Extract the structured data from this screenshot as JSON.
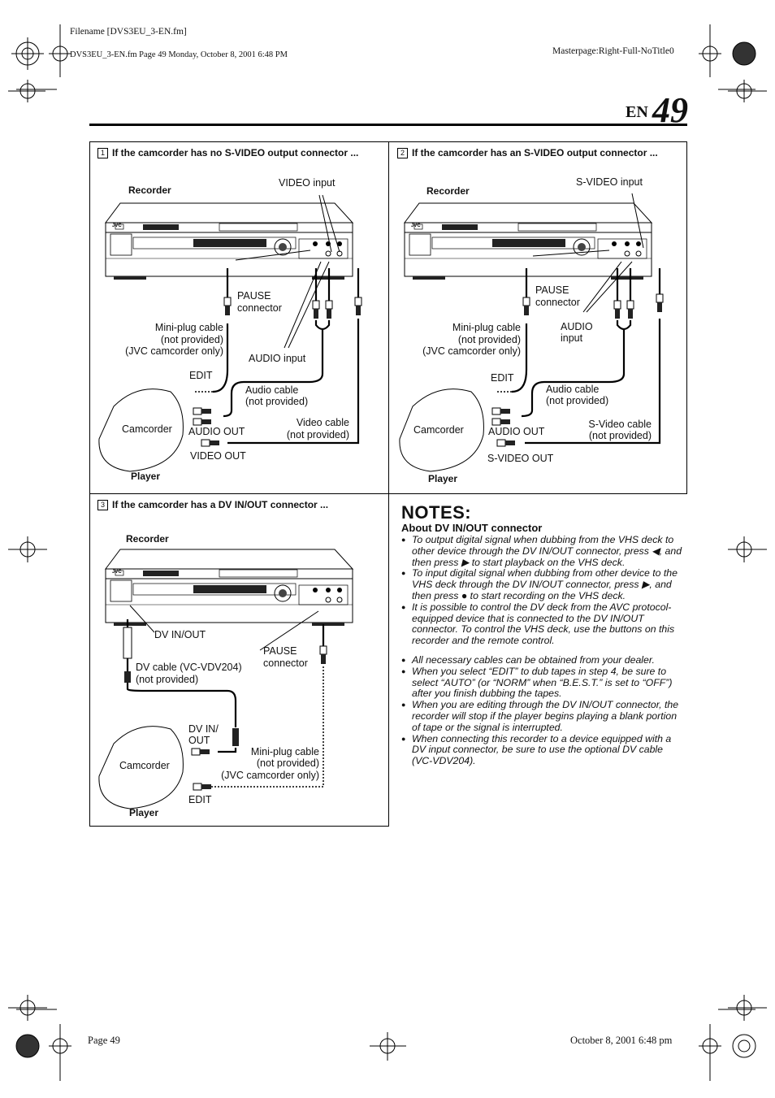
{
  "header": {
    "filename": "Filename [DVS3EU_3-EN.fm]",
    "fileinfo": "DVS3EU_3-EN.fm  Page 49  Monday, October 8, 2001  6:48 PM",
    "masterpage": "Masterpage:Right-Full-NoTitle0",
    "lang": "EN",
    "page_number": "49"
  },
  "panel1": {
    "step": "1",
    "title": "If the camcorder has no S-VIDEO output connector ...",
    "recorder": "Recorder",
    "video_input": "VIDEO input",
    "pause": "PAUSE",
    "connector": "connector",
    "miniplug1": "Mini-plug cable",
    "miniplug2": "(not provided)",
    "miniplug3": "(JVC camcorder only)",
    "audio_input": "AUDIO input",
    "edit": "EDIT",
    "audio_cable1": "Audio cable",
    "audio_cable2": "(not provided)",
    "camcorder": "Camcorder",
    "audio_out": "AUDIO OUT",
    "video_cable1": "Video cable",
    "video_cable2": "(not provided)",
    "video_out": "VIDEO OUT",
    "player": "Player"
  },
  "panel2": {
    "step": "2",
    "title": "If the camcorder has an S-VIDEO output connector ...",
    "recorder": "Recorder",
    "svideo_input": "S-VIDEO input",
    "pause": "PAUSE",
    "connector": "connector",
    "miniplug1": "Mini-plug cable",
    "miniplug2": "(not provided)",
    "miniplug3": "(JVC camcorder only)",
    "audio1": "AUDIO",
    "audio2": "input",
    "edit": "EDIT",
    "audio_cable1": "Audio cable",
    "audio_cable2": "(not provided)",
    "camcorder": "Camcorder",
    "audio_out": "AUDIO OUT",
    "svideo_cable1": "S-Video cable",
    "svideo_cable2": "(not provided)",
    "svideo_out": "S-VIDEO OUT",
    "player": "Player"
  },
  "panel3": {
    "step": "3",
    "title": "If the camcorder has a DV IN/OUT connector ...",
    "recorder": "Recorder",
    "dvinout": "DV IN/OUT",
    "pause": "PAUSE",
    "connector": "connector",
    "dvcable1": "DV cable (VC-VDV204)",
    "dvcable2": "(not provided)",
    "dvin1": "DV IN/",
    "dvin2": "OUT",
    "miniplug1": "Mini-plug cable",
    "miniplug2": "(not provided)",
    "miniplug3": "(JVC camcorder only)",
    "camcorder": "Camcorder",
    "edit": "EDIT",
    "player": "Player"
  },
  "notes": {
    "heading": "NOTES:",
    "subheading": "About DV IN/OUT connector",
    "group1": [
      "To output digital signal when dubbing from the VHS deck to other device through the DV IN/OUT connector, press ◀, and then press ▶ to start playback on the VHS deck.",
      "To input digital signal when dubbing from other device to the VHS deck through the DV IN/OUT connector, press ▶, and then press ● to start recording on the VHS deck.",
      "It is possible to control the DV deck from the AVC protocol-equipped device that is connected to the DV IN/OUT connector. To control the VHS deck, use the buttons on this recorder and the remote control."
    ],
    "group2": [
      "All necessary cables can be obtained from your dealer.",
      "When you select “EDIT” to dub tapes in step 4, be sure to select “AUTO” (or “NORM” when “B.E.S.T.” is set to “OFF”) after you finish dubbing the tapes.",
      "When you are editing through the DV IN/OUT connector, the recorder will stop if the player begins playing a blank portion of tape or the signal is interrupted.",
      "When connecting this recorder to a device equipped with a DV input connector, be sure to use the optional DV cable (VC-VDV204)."
    ]
  },
  "footer": {
    "page": "Page 49",
    "date": "October 8, 2001 6:48 pm"
  },
  "logo": "JVC"
}
